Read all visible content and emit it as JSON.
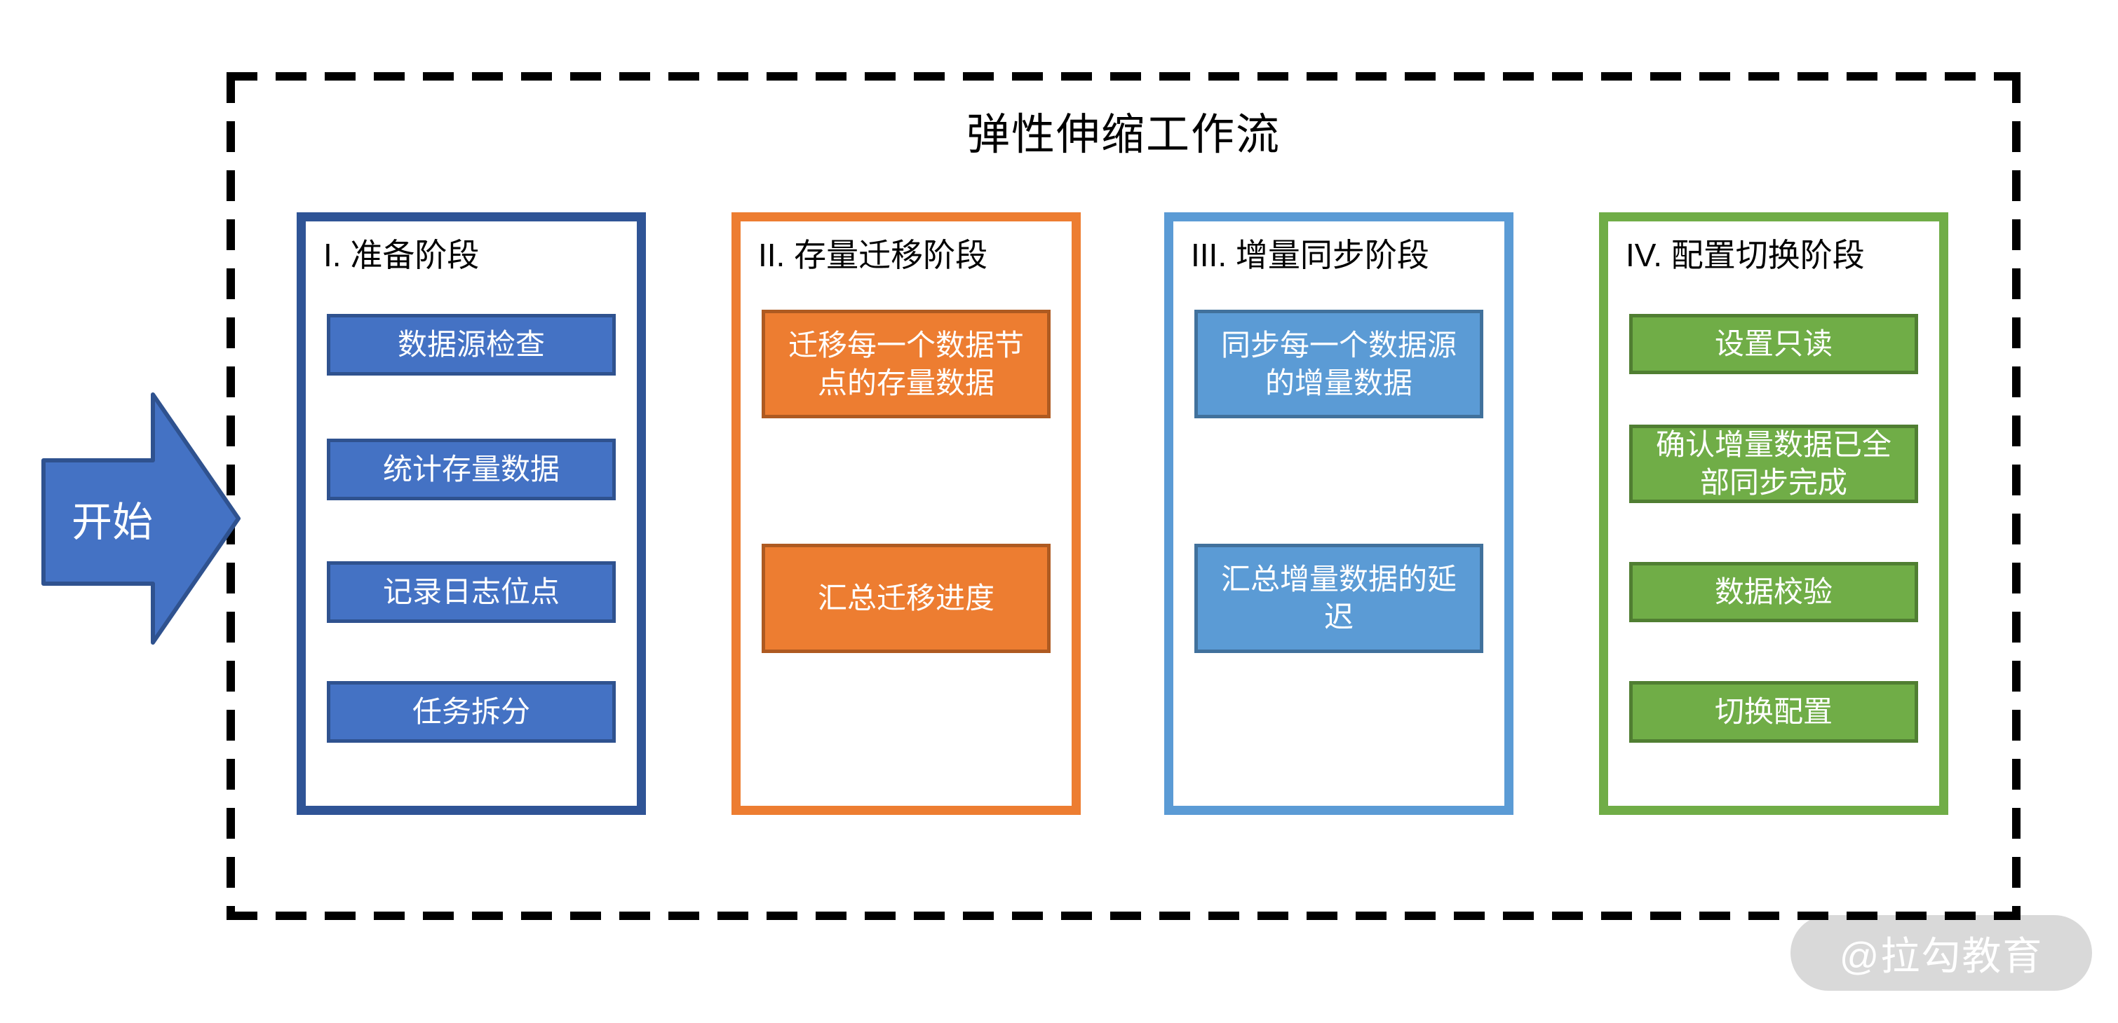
{
  "title": "弹性伸缩工作流",
  "start": {
    "label": "开始"
  },
  "watermark": {
    "text": "@拉勾教育"
  },
  "phases": [
    {
      "heading": "I. 准备阶段",
      "accent_color": "#2F5496",
      "box_fill": "#4472C4",
      "box_border": "#2F528F",
      "boxes": [
        "数据源检查",
        "统计存量数据",
        "记录日志位点",
        "任务拆分"
      ]
    },
    {
      "heading": "II. 存量迁移阶段",
      "accent_color": "#ED7D31",
      "box_fill": "#ED7D31",
      "box_border": "#AE5A21",
      "boxes": [
        "迁移每一个数据节\n点的存量数据",
        "汇总迁移进度"
      ]
    },
    {
      "heading": "III. 增量同步阶段",
      "accent_color": "#5B9BD5",
      "box_fill": "#5B9BD5",
      "box_border": "#41719C",
      "boxes": [
        "同步每一个数据源\n的增量数据",
        "汇总增量数据的延\n迟"
      ]
    },
    {
      "heading": "IV. 配置切换阶段",
      "accent_color": "#70AD47",
      "box_fill": "#70AD47",
      "box_border": "#507E32",
      "boxes": [
        "设置只读",
        "确认增量数据已全\n部同步完成",
        "数据校验",
        "切换配置"
      ]
    }
  ]
}
